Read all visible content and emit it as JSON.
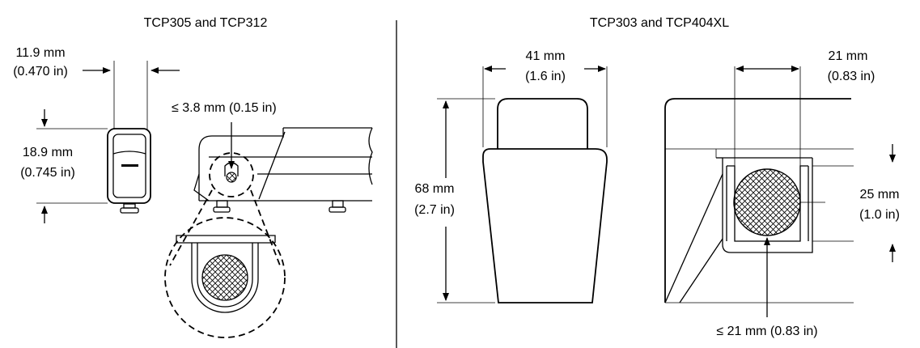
{
  "panels": {
    "left": {
      "title": "TCP305 and TCP312",
      "width_label": "11.9 mm",
      "width_label_in": "(0.470 in)",
      "height_label": "18.9 mm",
      "height_label_in": "(0.745 in)",
      "conductor_label": "≤ 3.8 mm (0.15 in)"
    },
    "right": {
      "title": "TCP303 and TCP404XL",
      "width_label": "41 mm",
      "width_label_in": "(1.6 in)",
      "height_label": "68 mm",
      "height_label_in": "(2.7 in)",
      "jaw_width_label": "21 mm",
      "jaw_width_label_in": "(0.83 in)",
      "jaw_height_label": "25 mm",
      "jaw_height_label_in": "(1.0 in)",
      "conductor_label": "≤ 21 mm (0.83 in)"
    }
  }
}
